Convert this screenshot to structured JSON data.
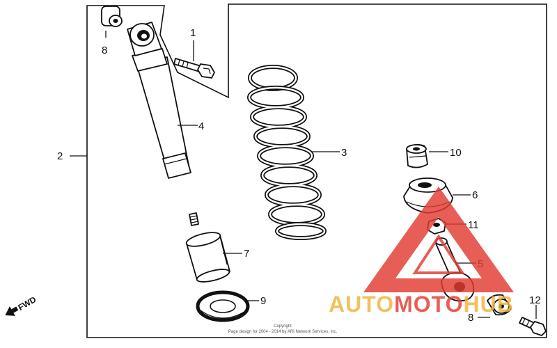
{
  "callouts": {
    "p1": "1",
    "p2": "2",
    "p3": "3",
    "p4": "4",
    "p5": "5",
    "p6": "6",
    "p7": "7",
    "p8_top": "8",
    "p8_bottom": "8",
    "p9": "9",
    "p10": "10",
    "p11": "11",
    "p12": "12"
  },
  "direction_marker": "FWD",
  "copyright": {
    "line1": "Copyright",
    "line2": "Page design for 2004 - 2014 by ARI Network Services, Inc."
  },
  "watermark": {
    "part1": "AUTO",
    "part2": "MOTO",
    "part3": "HUB",
    "color_primary": "#f0b43c",
    "color_secondary": "#e23b33"
  }
}
